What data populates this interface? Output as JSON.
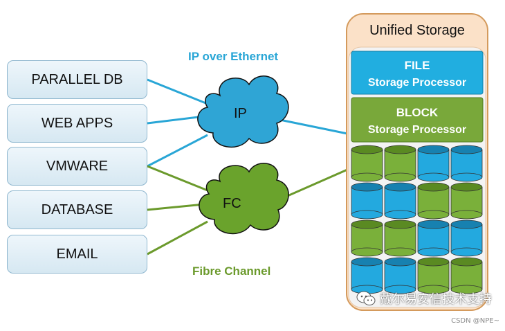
{
  "apps": [
    "PARALLEL DB",
    "WEB APPS",
    "VMWARE",
    "DATABASE",
    "EMAIL"
  ],
  "networks": {
    "ip": {
      "label": "IP",
      "caption": "IP over Ethernet",
      "color": "#29a6d6"
    },
    "fc": {
      "label": "FC",
      "caption": "Fibre Channel",
      "color": "#6b9a2c"
    }
  },
  "storage": {
    "title": "Unified Storage",
    "file_processor": {
      "line1": "FILE",
      "line2": "Storage Processor",
      "color": "#21aee0"
    },
    "block_processor": {
      "line1": "BLOCK",
      "line2": "Storage Processor",
      "color": "#79a83a"
    }
  },
  "disk_colors": [
    [
      "green",
      "green",
      "blue",
      "blue"
    ],
    [
      "blue",
      "blue",
      "green",
      "green"
    ],
    [
      "green",
      "green",
      "blue",
      "blue"
    ],
    [
      "blue",
      "blue",
      "green",
      "green"
    ]
  ],
  "colors": {
    "green": "#7ab03a",
    "blue": "#23a9df",
    "cloud": "#6aa32c",
    "storage_bg": "#fbe1c8",
    "storage_border": "#d49a5c"
  },
  "watermark": "戴尔易安信技术支持",
  "credit": "CSDN @NPE~"
}
